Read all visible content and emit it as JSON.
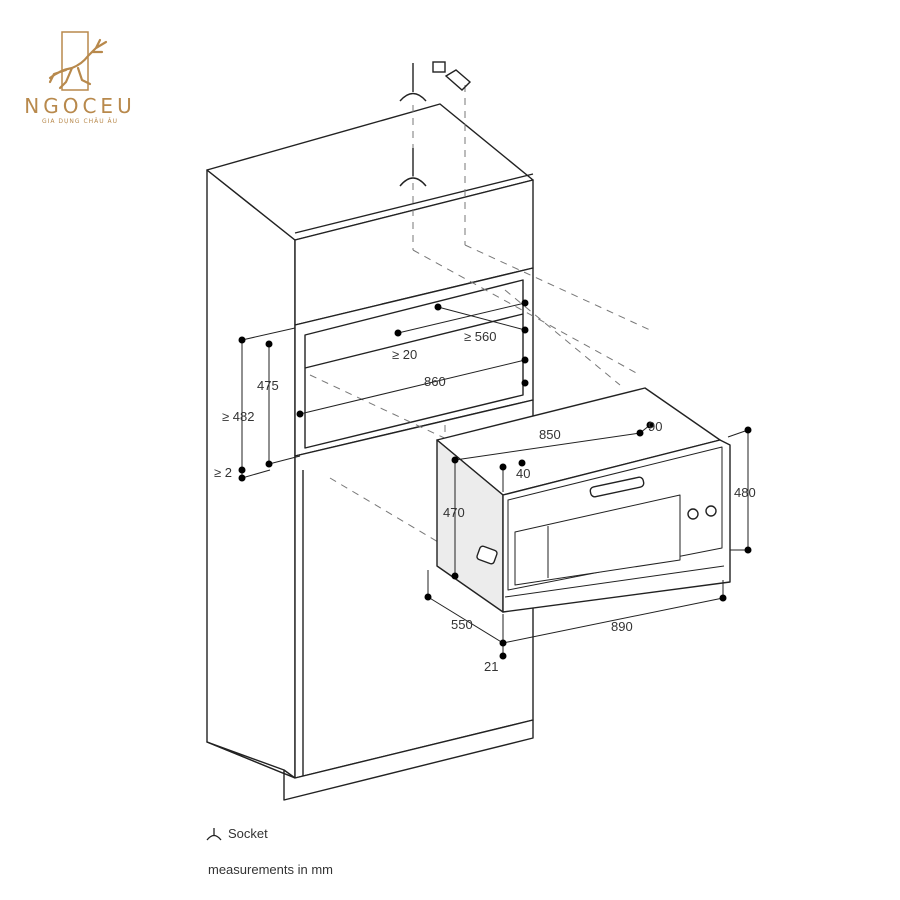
{
  "brand": {
    "name": "NGOCEU",
    "tagline": "GIA DỤNG CHÂU ÂU",
    "color": "#b8894c"
  },
  "dimensions": {
    "niche_height": "475",
    "niche_total_height": "≥ 482",
    "niche_gap": "≥ 2",
    "niche_width": "860",
    "niche_back_gap": "≥ 20",
    "niche_depth": "≥ 560",
    "appliance_width": "850",
    "handle_offset": "90",
    "front_offset": "40",
    "appliance_height": "470",
    "front_height": "480",
    "appliance_depth": "550",
    "front_width": "890",
    "front_thickness": "21"
  },
  "legend": {
    "socket_label": "Socket",
    "units_note": "measurements in mm"
  },
  "colors": {
    "line": "#222222",
    "dashed": "#777777",
    "dot": "#000000",
    "appliance_side": "#ececec"
  }
}
